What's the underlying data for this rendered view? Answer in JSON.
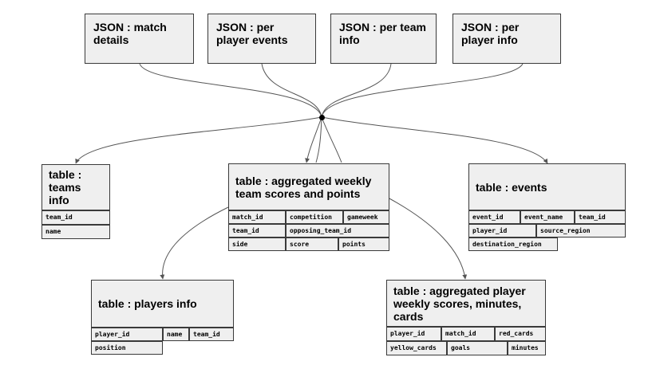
{
  "sources": [
    {
      "id": "match",
      "label": "JSON : match details"
    },
    {
      "id": "player_events",
      "label": "JSON : per player events"
    },
    {
      "id": "team_info",
      "label": "JSON : per team info"
    },
    {
      "id": "player_info",
      "label": "JSON : per player info"
    }
  ],
  "tables": {
    "teams": {
      "title": "table : teams info",
      "fields": [
        "team_id",
        "name"
      ]
    },
    "weekly_team": {
      "title": "table : aggregated weekly team scores and points",
      "fields": [
        "match_id",
        "competition",
        "gameweek",
        "team_id",
        "opposing_team_id",
        "side",
        "score",
        "points"
      ]
    },
    "events": {
      "title": "table : events",
      "fields": [
        "event_id",
        "event_name",
        "team_id",
        "player_id",
        "source_region",
        "destination_region"
      ]
    },
    "players": {
      "title": "table : players info",
      "fields": [
        "player_id",
        "name",
        "team_id",
        "position"
      ]
    },
    "weekly_player": {
      "title": "table : aggregated player weekly scores, minutes, cards",
      "fields": [
        "player_id",
        "match_id",
        "red_cards",
        "yellow_cards",
        "goals",
        "minutes"
      ]
    }
  },
  "colors": {
    "box_fill": "#efefef",
    "border": "#3a3a3a",
    "edge": "#555555"
  }
}
